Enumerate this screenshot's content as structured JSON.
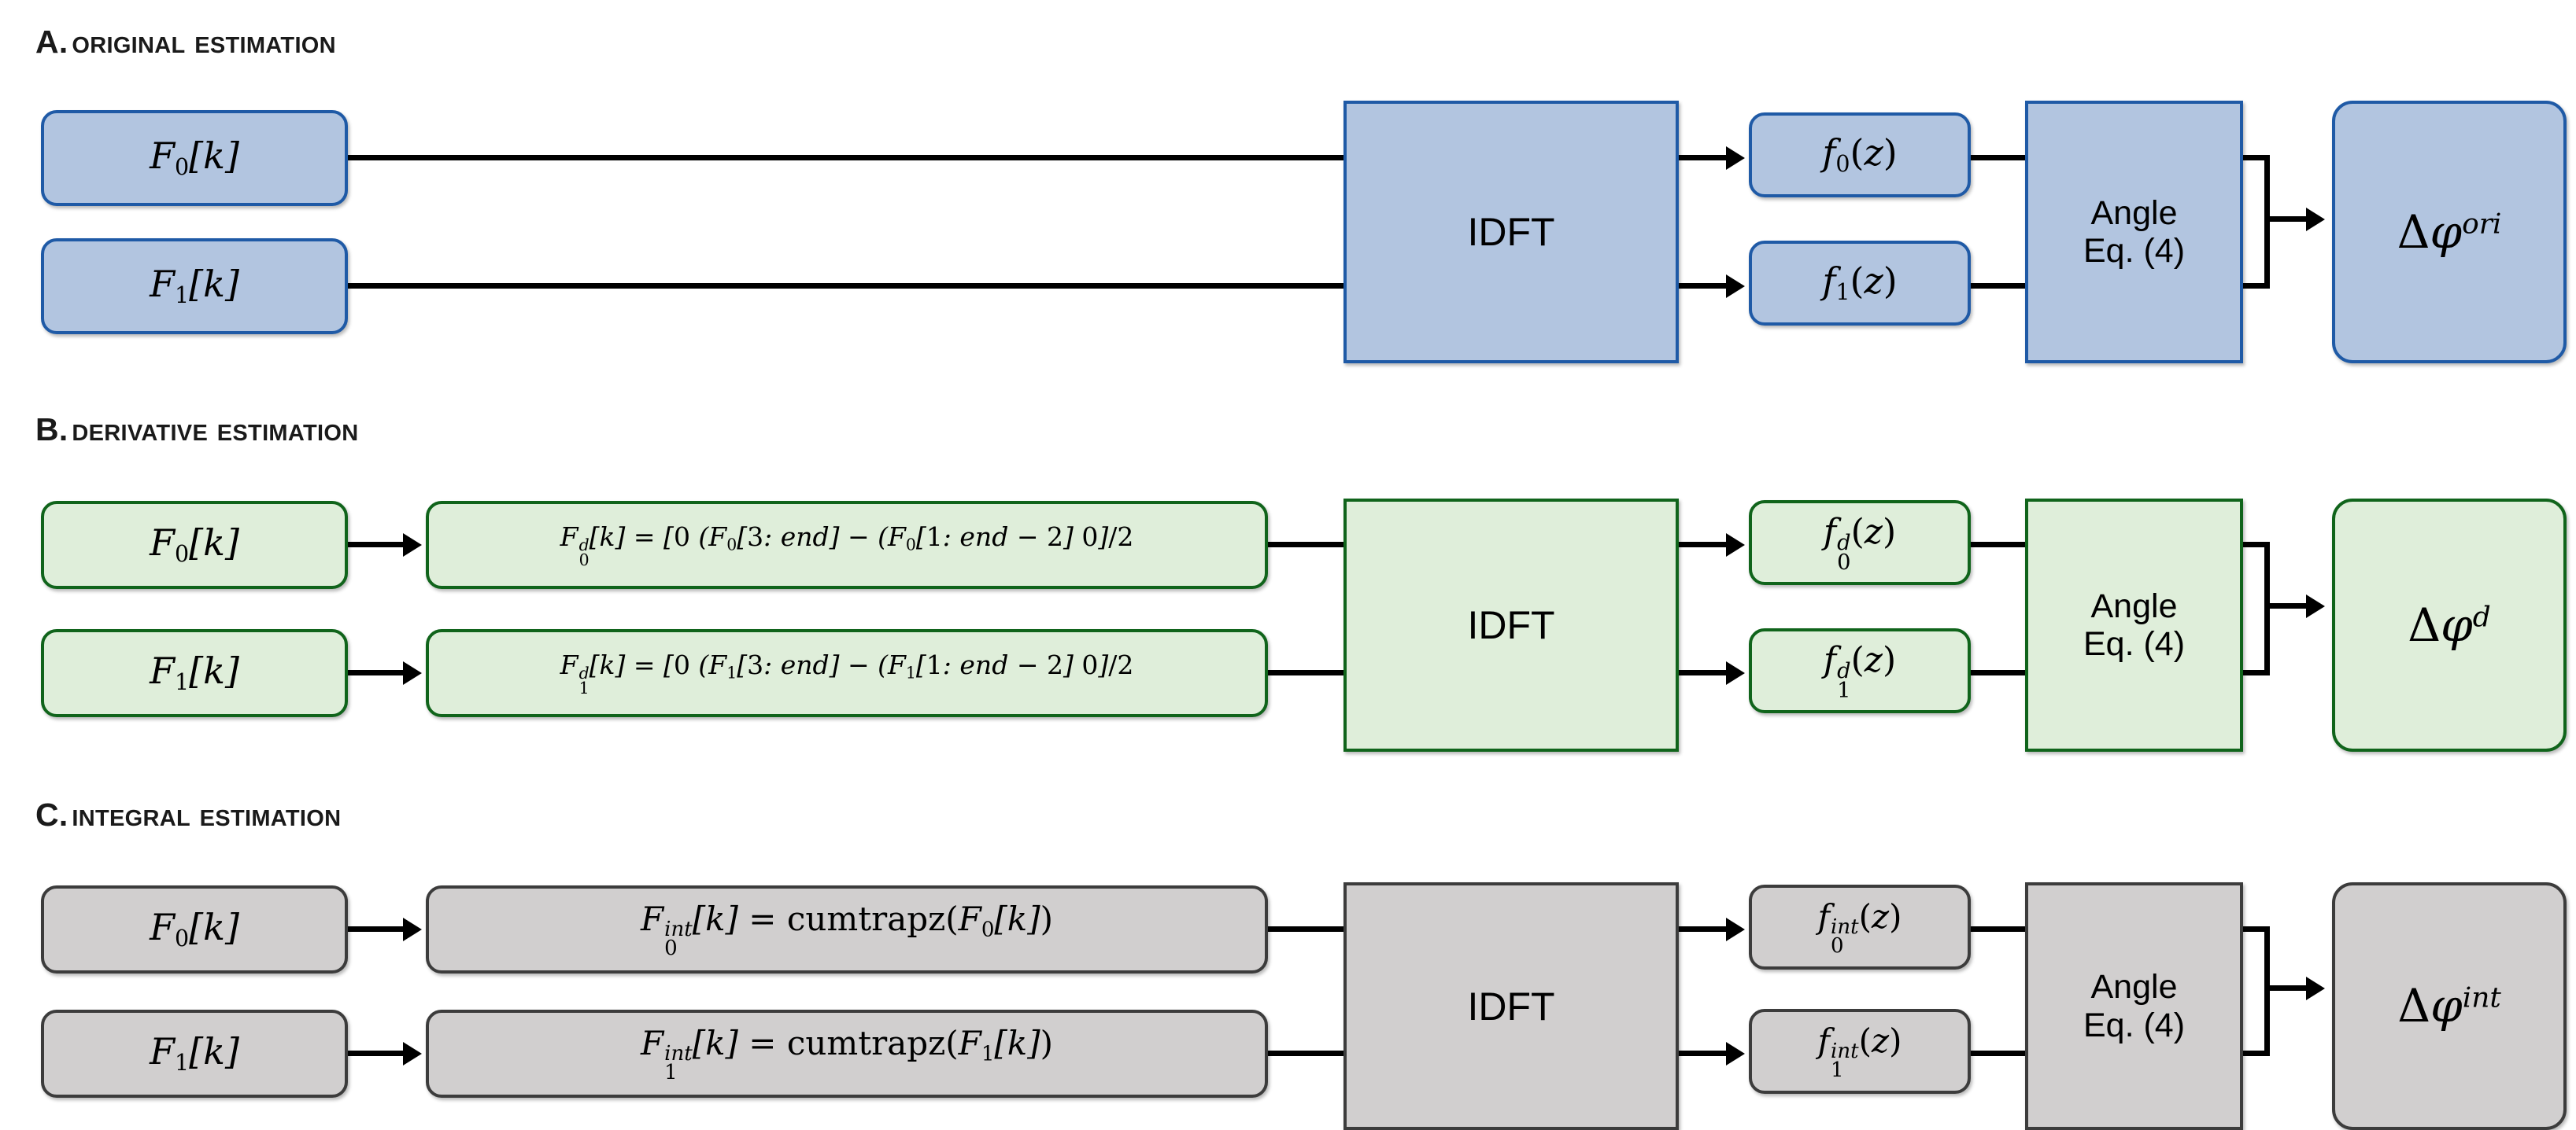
{
  "diagram": {
    "title_hidden": "",
    "colors": {
      "blue_fill": "#b2c5e0",
      "blue_border": "#1f5aa6",
      "green_fill": "#dfeeda",
      "green_border": "#10641b",
      "gray_fill": "#d1cfcf",
      "gray_border": "#3c3c3c",
      "line": "#000000"
    }
  },
  "panels": [
    {
      "id": "A",
      "letter": "A.",
      "title": "Original Estimation",
      "theme": "blue",
      "inputs": [
        {
          "base": "F",
          "sub": "0",
          "sup": "",
          "bracket": "[k]",
          "text": "F0[k]"
        },
        {
          "base": "F",
          "sub": "1",
          "sup": "",
          "bracket": "[k]",
          "text": "F1[k]"
        }
      ],
      "transform": [],
      "idft": {
        "label": "IDFT"
      },
      "signals": [
        {
          "base": "f",
          "sub": "0",
          "sup": "",
          "arg": "(z)",
          "text": "f0(z)"
        },
        {
          "base": "f",
          "sub": "1",
          "sup": "",
          "arg": "(z)",
          "text": "f1(z)"
        }
      ],
      "angle": {
        "line1": "Angle",
        "line2": "Eq. (4)"
      },
      "output": {
        "delta": "Δ",
        "phi": "φ",
        "sup": "ori",
        "text": "Δφ^ori"
      }
    },
    {
      "id": "B",
      "letter": "B.",
      "title": "Derivative Estimation",
      "theme": "green",
      "inputs": [
        {
          "base": "F",
          "sub": "0",
          "sup": "",
          "bracket": "[k]",
          "text": "F0[k]"
        },
        {
          "base": "F",
          "sub": "1",
          "sup": "",
          "bracket": "[k]",
          "text": "F1[k]"
        }
      ],
      "transform": [
        {
          "lhs_base": "F",
          "lhs_sub": "0",
          "lhs_sup": "d",
          "lhs_bracket": "[k]",
          "rhs": "= [0 (F0[3: end] − (F0[1: end − 2] 0]/2",
          "text": "F_0^d[k] = [0 (F_0[3:end] − (F_0[1:end − 2] 0]/2"
        },
        {
          "lhs_base": "F",
          "lhs_sub": "1",
          "lhs_sup": "d",
          "lhs_bracket": "[k]",
          "rhs": "= [0 (F1[3: end] − (F1[1: end − 2] 0]/2",
          "text": "F_1^d[k] = [0 (F_1[3:end] − (F_1[1:end − 2] 0]/2"
        }
      ],
      "idft": {
        "label": "IDFT"
      },
      "signals": [
        {
          "base": "f",
          "sub": "0",
          "sup": "d",
          "arg": "(z)",
          "text": "f0^d(z)"
        },
        {
          "base": "f",
          "sub": "1",
          "sup": "d",
          "arg": "(z)",
          "text": "f1^d(z)"
        }
      ],
      "angle": {
        "line1": "Angle",
        "line2": "Eq. (4)"
      },
      "output": {
        "delta": "Δ",
        "phi": "φ",
        "sup": "d",
        "text": "Δφ^d"
      }
    },
    {
      "id": "C",
      "letter": "C.",
      "title": "Integral Estimation",
      "theme": "gray",
      "inputs": [
        {
          "base": "F",
          "sub": "0",
          "sup": "",
          "bracket": "[k]",
          "text": "F0[k]"
        },
        {
          "base": "F",
          "sub": "1",
          "sup": "",
          "bracket": "[k]",
          "text": "F1[k]"
        }
      ],
      "transform": [
        {
          "lhs_base": "F",
          "lhs_sub": "0",
          "lhs_sup": "int",
          "lhs_bracket": "[k]",
          "rhs": "= cumtrapz(F0[k])",
          "text": "F_0^int[k] = cumtrapz(F_0[k])"
        },
        {
          "lhs_base": "F",
          "lhs_sub": "1",
          "lhs_sup": "int",
          "lhs_bracket": "[k]",
          "rhs": "= cumtrapz(F1[k])",
          "text": "F_1^int[k] = cumtrapz(F_1[k])"
        }
      ],
      "idft": {
        "label": "IDFT"
      },
      "signals": [
        {
          "base": "f",
          "sub": "0",
          "sup": "int",
          "arg": "(z)",
          "text": "f0^int(z)"
        },
        {
          "base": "f",
          "sub": "1",
          "sup": "int",
          "arg": "(z)",
          "text": "f1^int(z)"
        }
      ],
      "angle": {
        "line1": "Angle",
        "line2": "Eq. (4)"
      },
      "output": {
        "delta": "Δ",
        "phi": "φ",
        "sup": "int",
        "text": "Δφ^int"
      }
    }
  ],
  "tokens": {
    "cumtrapz": "cumtrapz",
    "end": "end",
    "eq_open": "= [0 (",
    "minus": "−"
  }
}
